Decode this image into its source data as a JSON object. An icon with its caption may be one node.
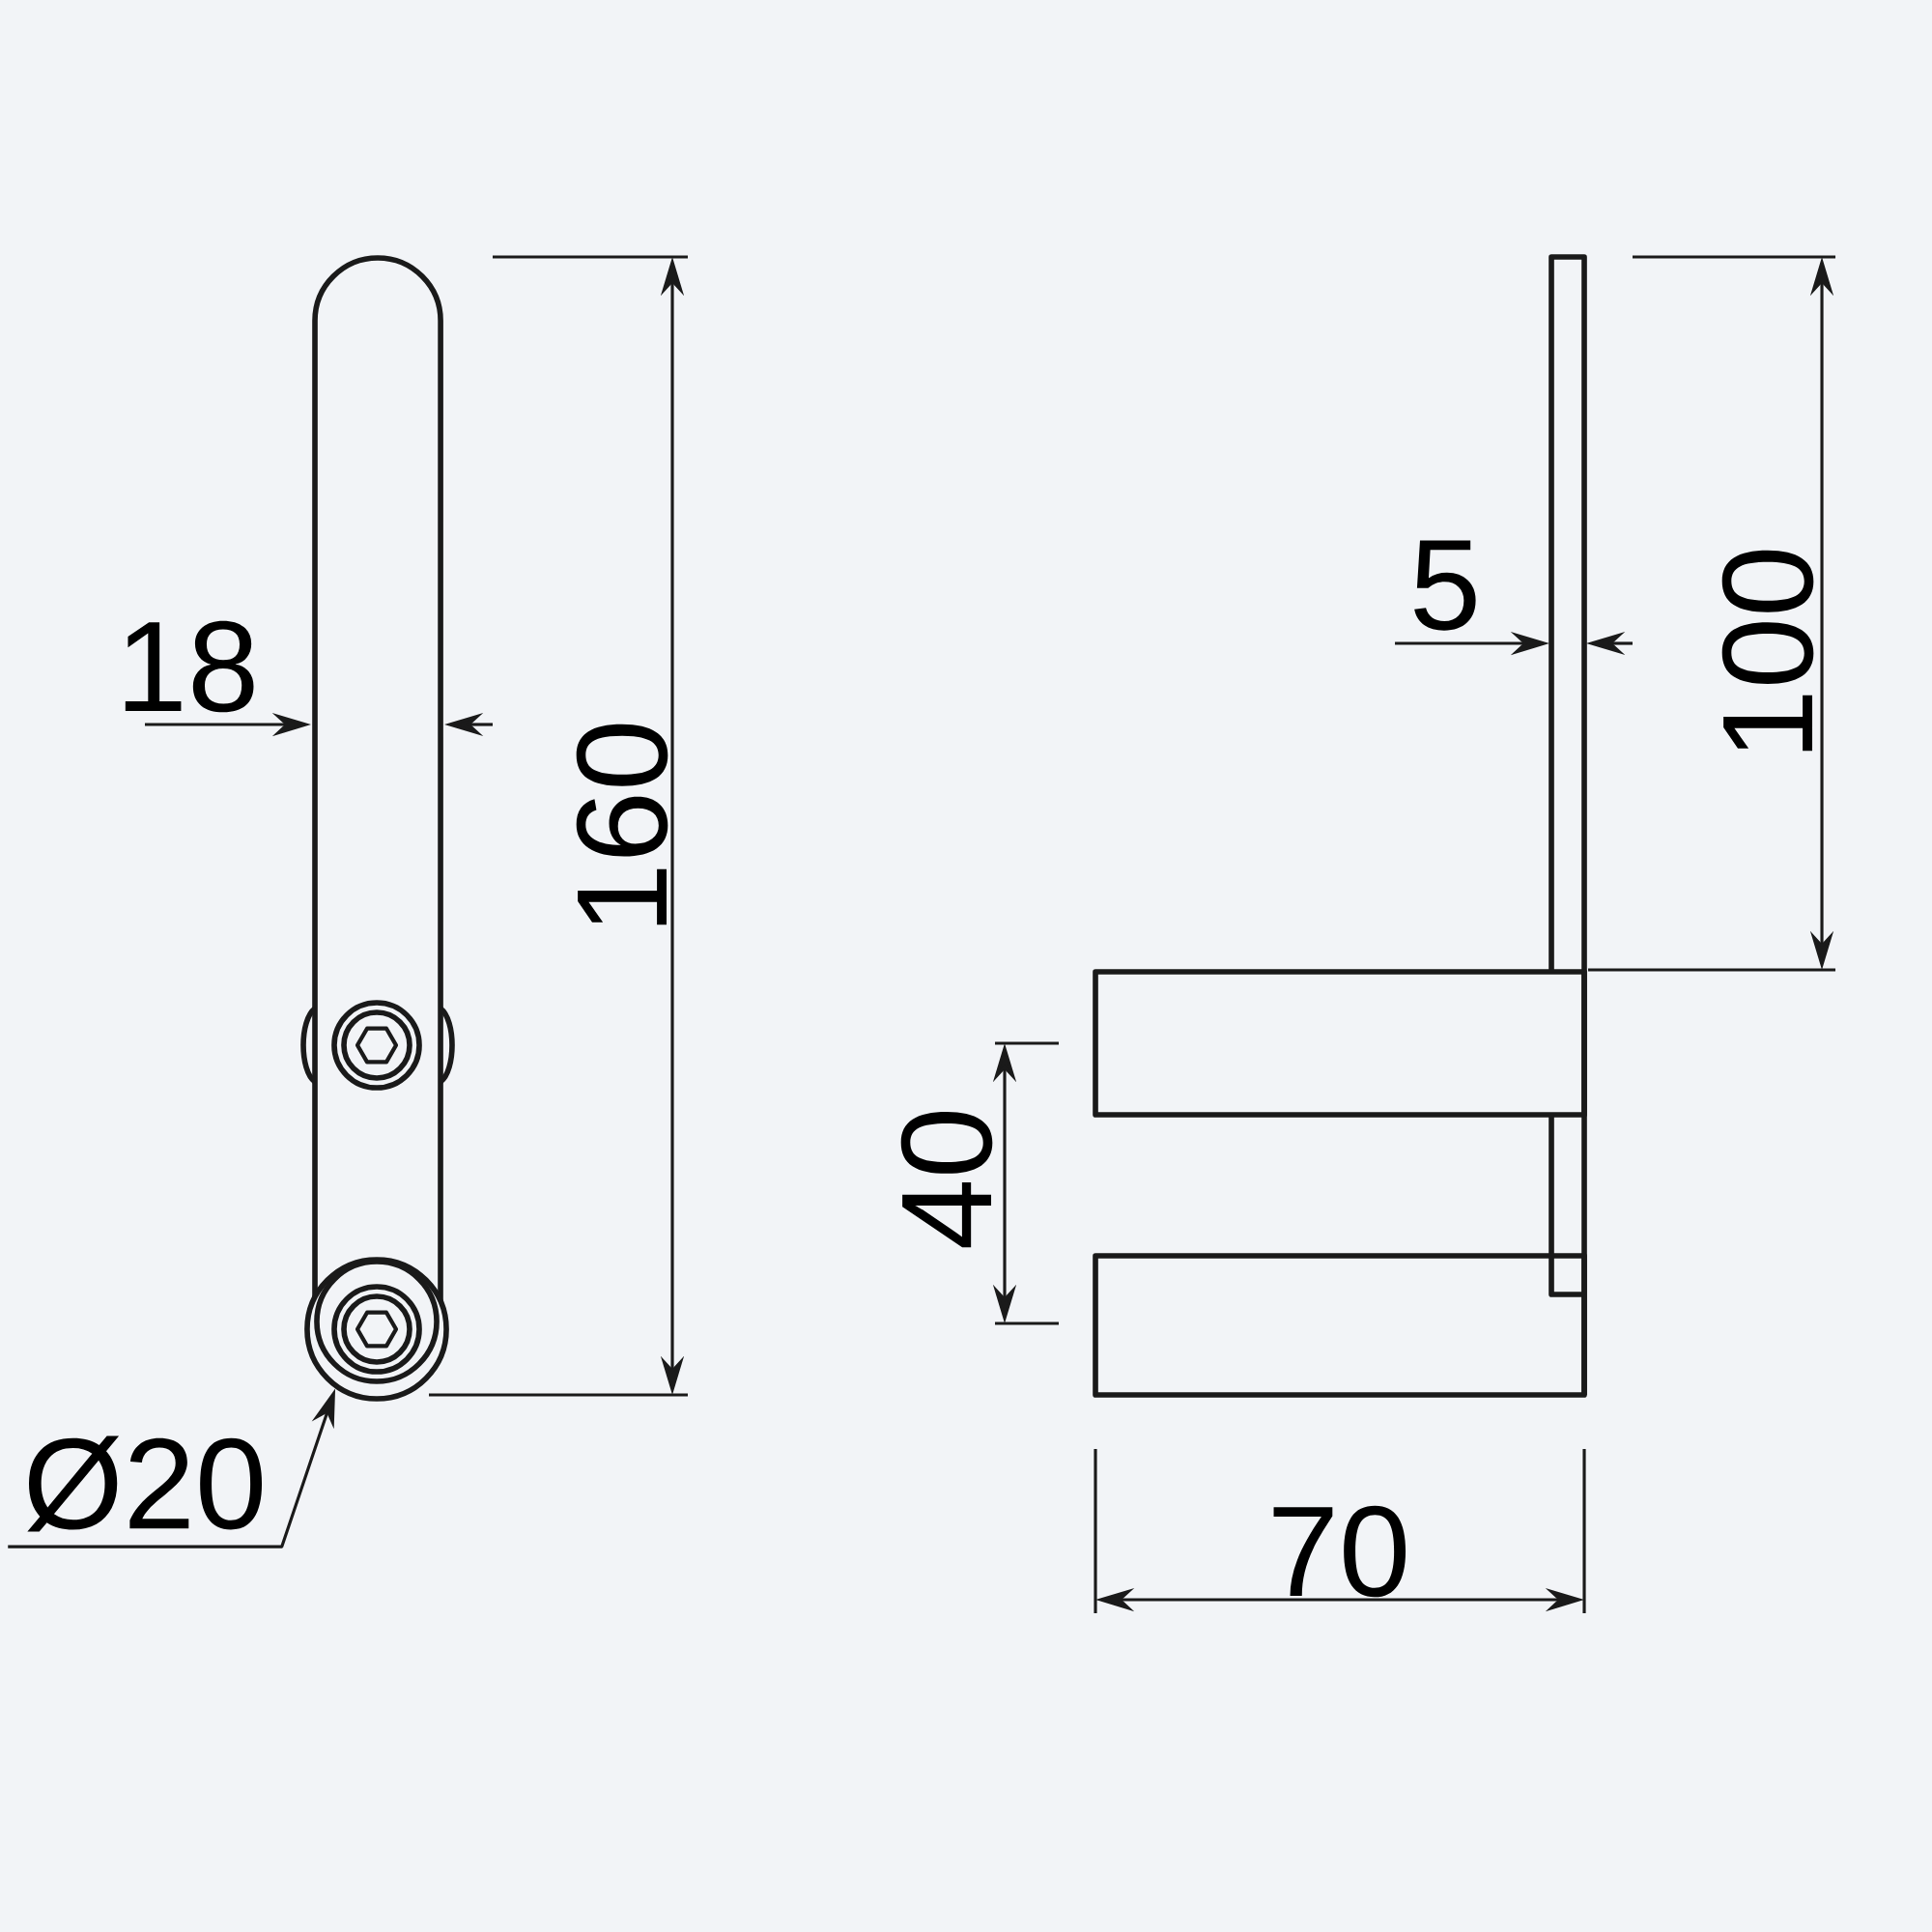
{
  "diagram": {
    "nodes": [
      {
        "text": [
          "Ø20"
        ]
      },
      {
        "text": [],
        "shape": "circle"
      }
    ],
    "edges": [
      {
        "from": 0,
        "to": 1,
        "arrow": "to"
      }
    ],
    "labels": [
      "18",
      "160",
      "5",
      "100",
      "40",
      "70"
    ]
  }
}
